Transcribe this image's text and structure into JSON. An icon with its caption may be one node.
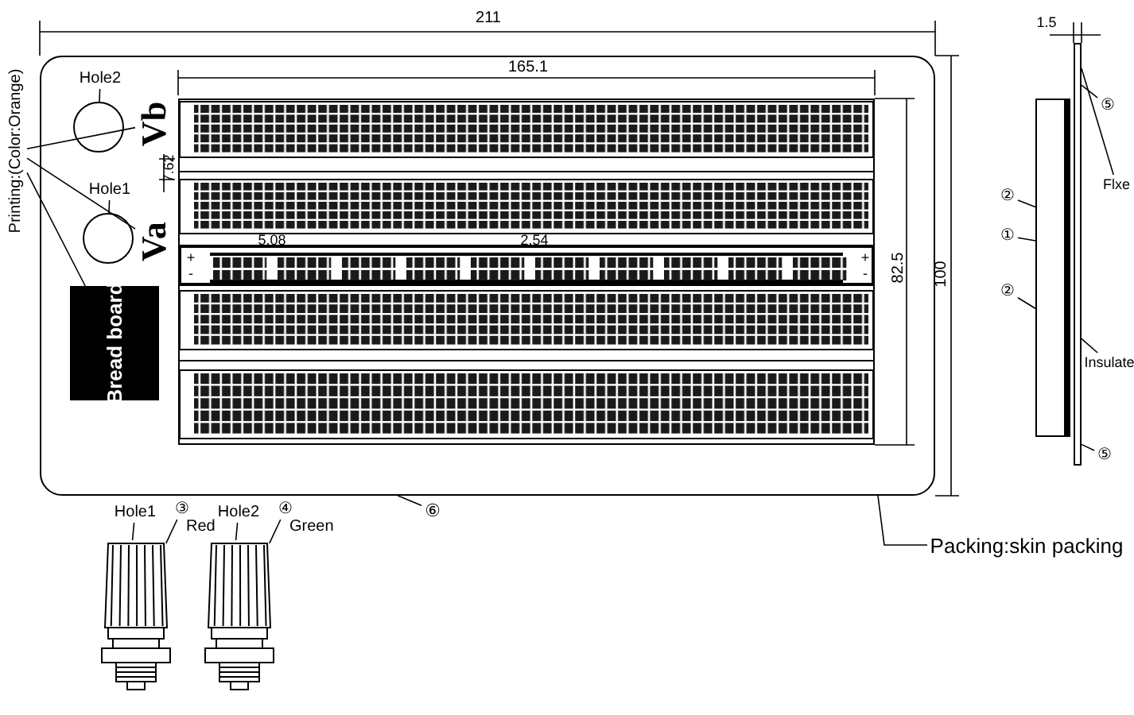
{
  "diagram": {
    "nodes": [
      {
        "text": [
          "Printing:(Color:Orange)"
        ]
      },
      {
        "text": [],
        "shape": "box"
      },
      {
        "text": [
          "Hole2"
        ],
        "in": 1
      },
      {
        "text": [],
        "shape": "circle",
        "in": 1
      },
      {
        "text": [
          "Vb"
        ],
        "in": 1
      },
      {
        "text": [
          "Hole1"
        ],
        "in": 1
      },
      {
        "text": [],
        "shape": "circle",
        "in": 1
      },
      {
        "text": [
          "Va"
        ],
        "in": 1
      },
      {
        "text": [
          "Bread board"
        ],
        "in": 1
      },
      {
        "text": [],
        "shape": "picture",
        "in": 1
      },
      {
        "text": [
          "⑥"
        ]
      },
      {
        "text": [
          "Packing:skin packing"
        ]
      },
      {
        "text": [
          "Hole1"
        ]
      },
      {
        "text": [],
        "shape": "picture"
      },
      {
        "text": [
          "③"
        ],
        "beside": [
          "Red"
        ]
      },
      {
        "text": [
          "Hole2"
        ]
      },
      {
        "text": [],
        "shape": "picture"
      },
      {
        "text": [
          "④"
        ],
        "beside": [
          "Green"
        ]
      },
      {
        "text": [],
        "shape": "box"
      },
      {
        "text": [],
        "shape": "box"
      },
      {
        "text": [
          "⑤"
        ]
      },
      {
        "text": [
          "Flxe"
        ]
      },
      {
        "text": [
          "②"
        ]
      },
      {
        "text": [
          "①"
        ]
      },
      {
        "text": [
          "②"
        ]
      },
      {
        "text": [
          "Insulate"
        ]
      },
      {
        "text": [
          "⑤"
        ]
      }
    ],
    "edges": [
      {
        "from": 0,
        "to": 4,
        "arrow": "none"
      },
      {
        "from": 0,
        "to": 7,
        "arrow": "none"
      },
      {
        "from": 0,
        "to": 8,
        "arrow": "none"
      },
      {
        "from": 2,
        "to": 3,
        "arrow": "none"
      },
      {
        "from": 5,
        "to": 6,
        "arrow": "none"
      },
      {
        "from": 10,
        "to": 1,
        "arrow": "none"
      },
      {
        "from": 11,
        "to": 1,
        "arrow": "none"
      },
      {
        "from": 12,
        "to": 13,
        "arrow": "none"
      },
      {
        "from": 14,
        "to": 13,
        "arrow": "none"
      },
      {
        "from": 15,
        "to": 16,
        "arrow": "none"
      },
      {
        "from": 17,
        "to": 16,
        "arrow": "none"
      },
      {
        "from": 20,
        "to": 19,
        "arrow": "none"
      },
      {
        "from": 21,
        "to": 19,
        "arrow": "none"
      },
      {
        "from": 22,
        "to": 18,
        "arrow": "none"
      },
      {
        "from": 23,
        "to": 18,
        "arrow": "none"
      },
      {
        "from": 24,
        "to": 18,
        "arrow": "none"
      },
      {
        "from": 25,
        "to": 19,
        "arrow": "none"
      },
      {
        "from": 26,
        "to": 19,
        "arrow": "none"
      }
    ],
    "labels": [
      "211",
      "1.5",
      "165.1",
      "7.62",
      "5.08",
      "2.54",
      "+",
      "-",
      "+",
      "-",
      "82.5",
      "100"
    ]
  }
}
